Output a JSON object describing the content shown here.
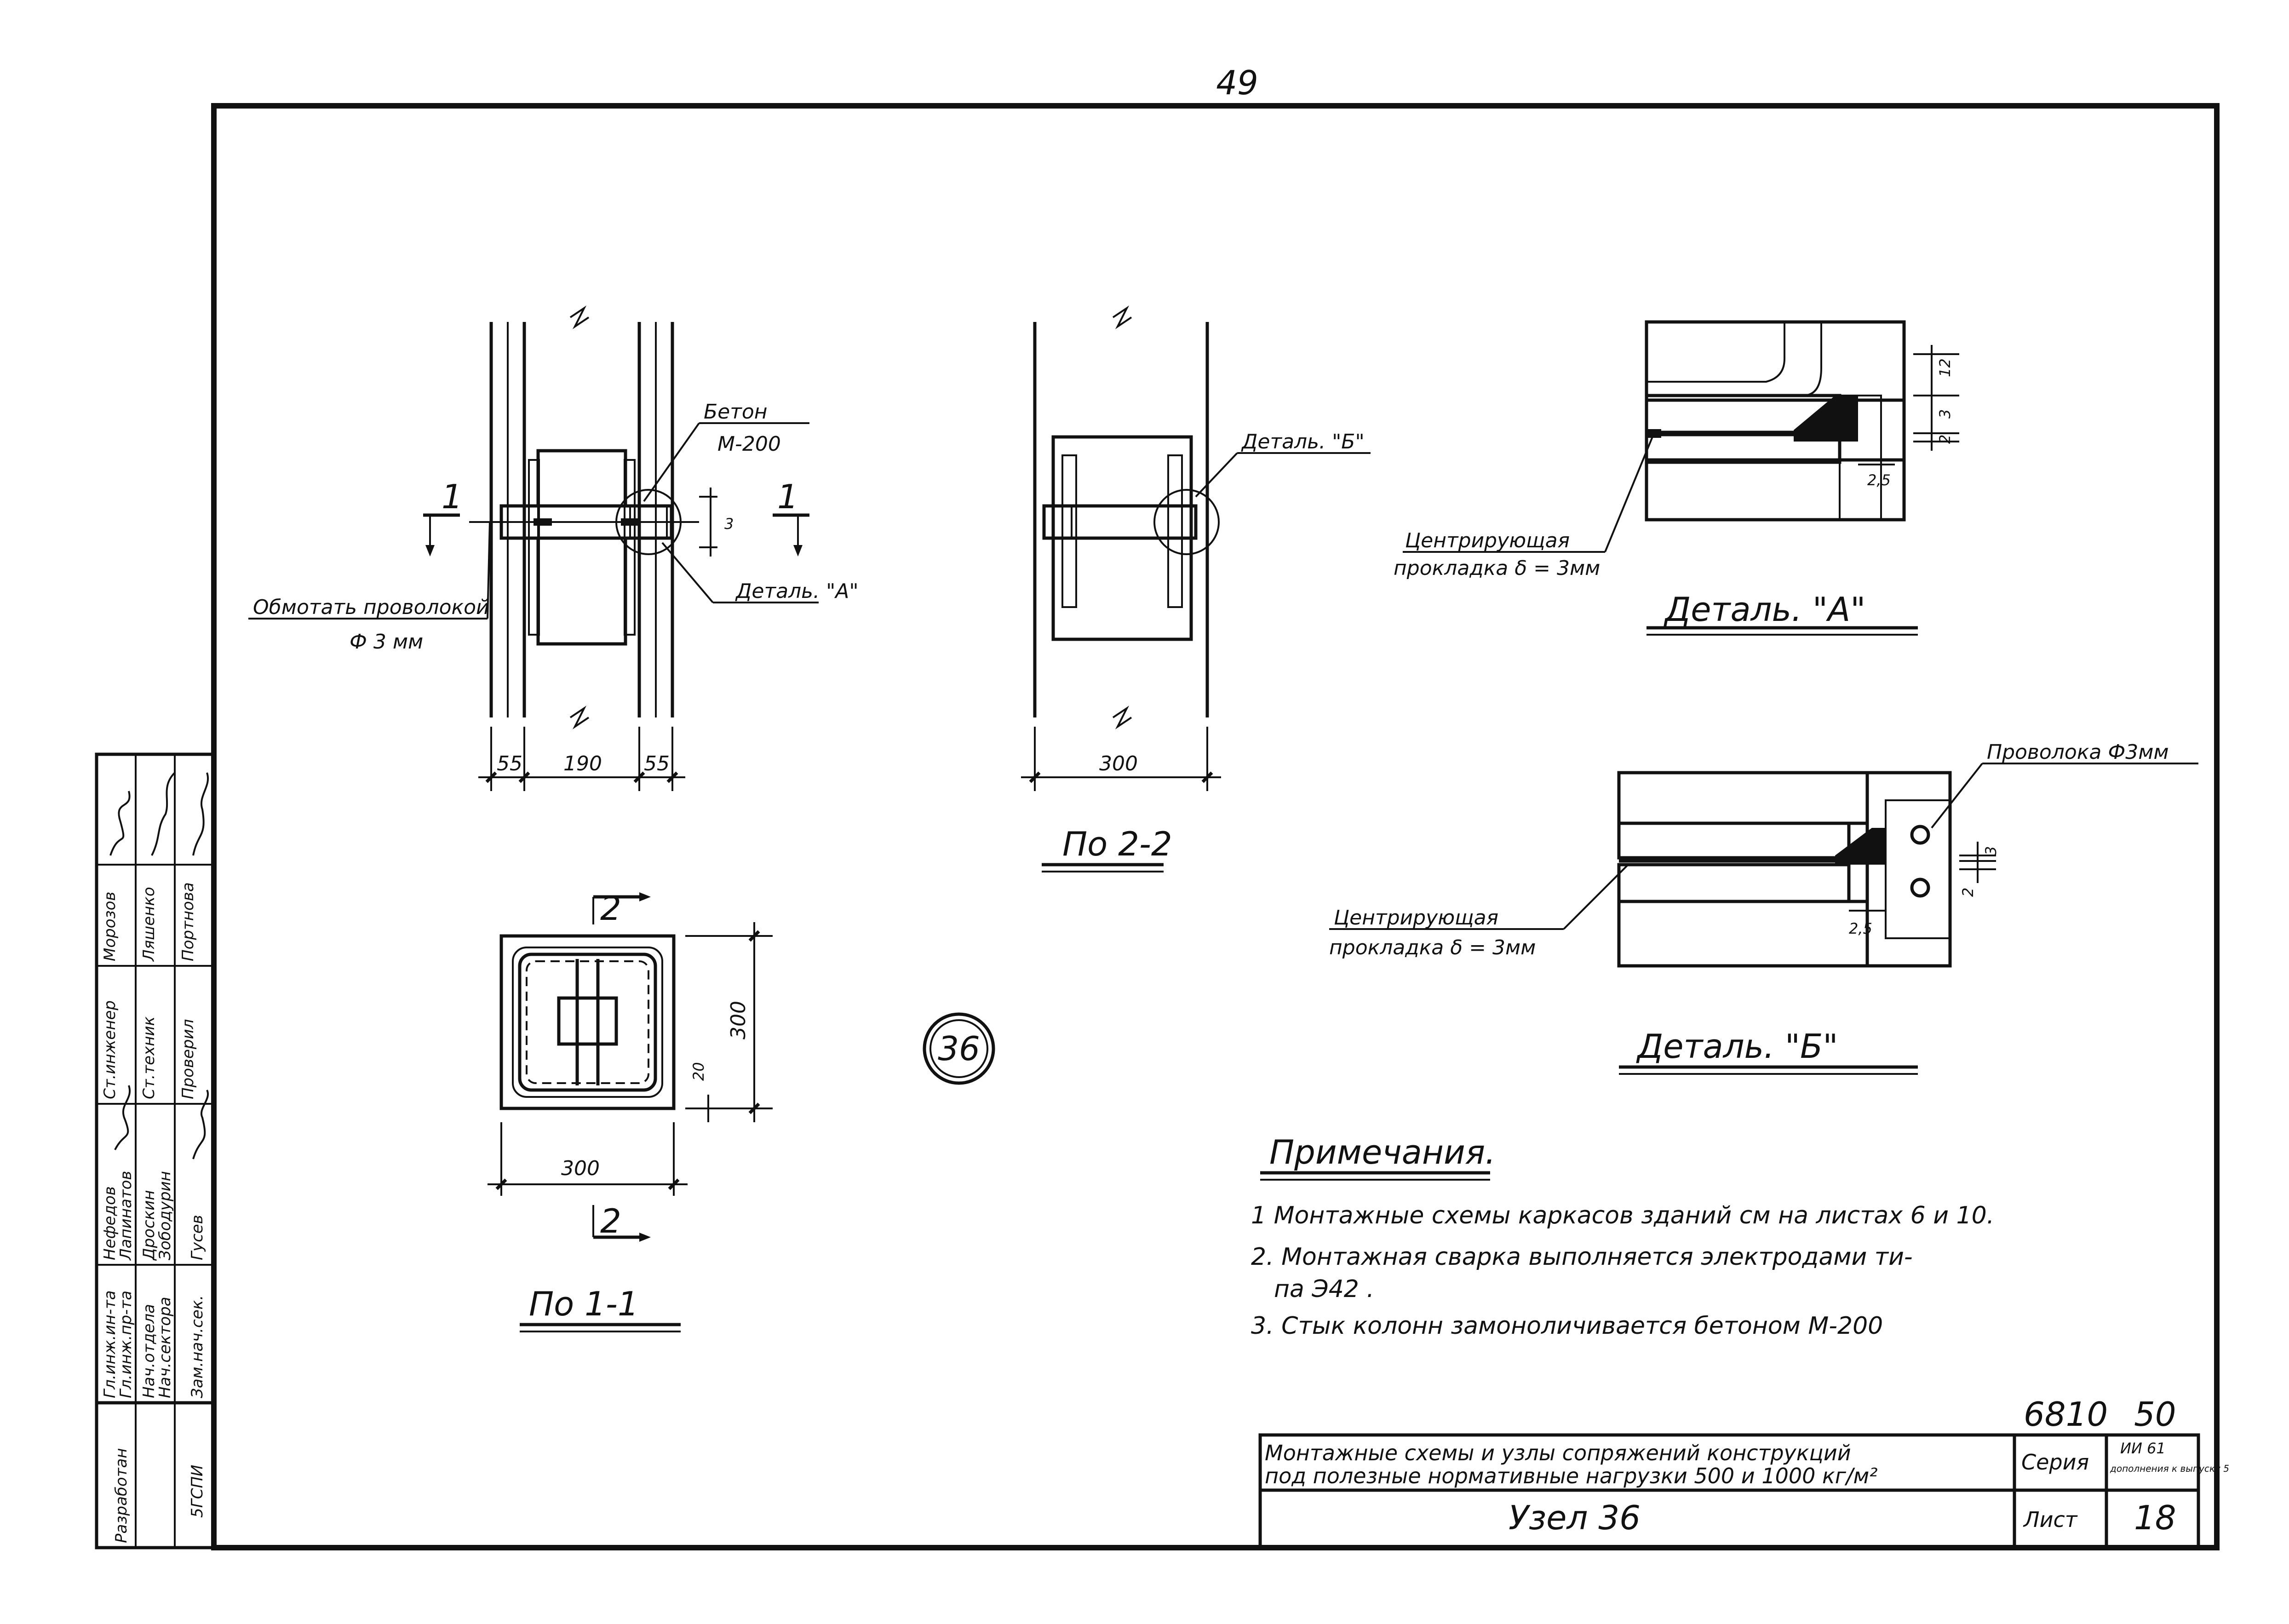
{
  "page_number": "49",
  "node_badge": "36",
  "view_1": {
    "beton_label": "Бетон",
    "beton_grade": "М-200",
    "wrap_label": "Обмотать проволокой",
    "wrap_diameter": "Ф 3 мм",
    "detail_a_ref": "Деталь. \"А\"",
    "section_mark": "1",
    "dims": {
      "left": "55",
      "middle": "190",
      "right": "55"
    }
  },
  "view_2": {
    "detail_b_ref": "Деталь. \"Б\"",
    "dim_width": "300",
    "caption": "По 2-2"
  },
  "view_3": {
    "dim_width": "300",
    "dim_height": "300",
    "dim_small": "20",
    "section_mark": "2",
    "caption": "По 1-1"
  },
  "detail_a": {
    "title": "Деталь. \"А\"",
    "pad_label": "Центрирующая",
    "pad_label2": "прокладка δ = 3мм",
    "dims": {
      "d12": "12",
      "d3": "3",
      "d2": "2",
      "d25": "2,5"
    }
  },
  "detail_b": {
    "title": "Деталь. \"Б\"",
    "wire_label": "Проволока Ф3мм",
    "pad_label": "Центрирующая",
    "pad_label2": "прокладка δ = 3мм",
    "dims": {
      "d3": "3",
      "d2": "2",
      "d25": "2,5"
    }
  },
  "notes": {
    "heading": "Примечания.",
    "items": [
      "1 Монтажные схемы каркасов зданий см на листах 6 и 10.",
      "2. Монтажная сварка выполняется электродами ти-",
      "па Э42 .",
      "3. Стык колонн замоноличивается бетоном М-200"
    ]
  },
  "title_block": {
    "doc_number": "6810",
    "doc_number2": "50",
    "title_line1": "Монтажные схемы и узлы сопряжений конструкций",
    "title_line2": "под полезные нормативные нагрузки 500 и 1000 кг/м²",
    "name": "Узел 36",
    "series_label": "Серия",
    "series_value": "ИИ 61",
    "series_note": "дополнения к выпуску 5",
    "sheet_label": "Лист",
    "sheet_value": "18"
  },
  "side_stamp": {
    "org": "Разработан",
    "org2": "5ГСПИ",
    "roles": [
      "Гл.инж.ин-та",
      "Гл.инж.пр-та",
      "Нач.отдела",
      "Нач.сектора",
      "Зам.нач.сек.",
      "Ст.инженер",
      "Ст.техник",
      "Проверил"
    ],
    "names": [
      "Нефедов",
      "Лапинатов",
      "Дроскин",
      "Зободурин",
      "Гусев",
      "Морозов",
      "Ляшенко",
      "Портнова"
    ]
  }
}
